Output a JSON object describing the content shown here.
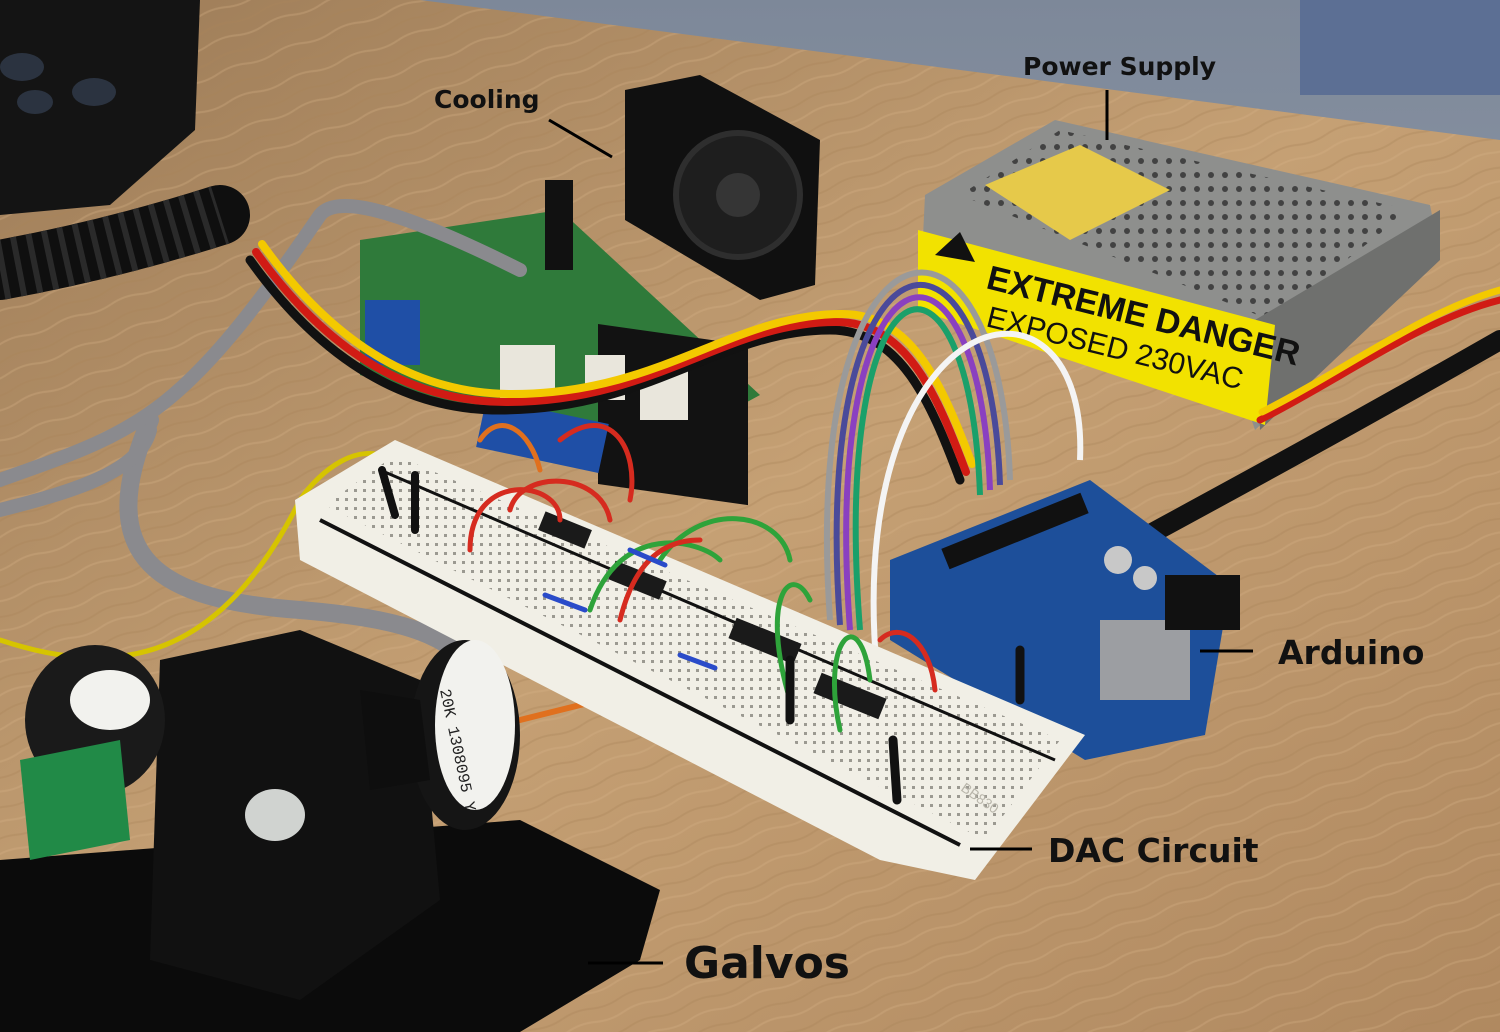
{
  "labels": {
    "power_supply": "Power Supply",
    "cooling": "Cooling",
    "arduino": "Arduino",
    "dac_circuit": "DAC Circuit",
    "galvos": "Galvos"
  },
  "psu_warning": {
    "line1": "EXTREME DANGER",
    "line2": "EXPOSED 230VAC"
  },
  "galvo_sticker": {
    "line1": "20K 1308095 Y"
  },
  "breadboard_brand": "BB830",
  "colors": {
    "desk": "#c9a57a",
    "psu_body": "#9a9a98",
    "psu_label": "#f2e200",
    "arduino_board": "#1d4f9a",
    "breadboard": "#f1efe6",
    "galvo_housing": "#0d0d0d"
  }
}
